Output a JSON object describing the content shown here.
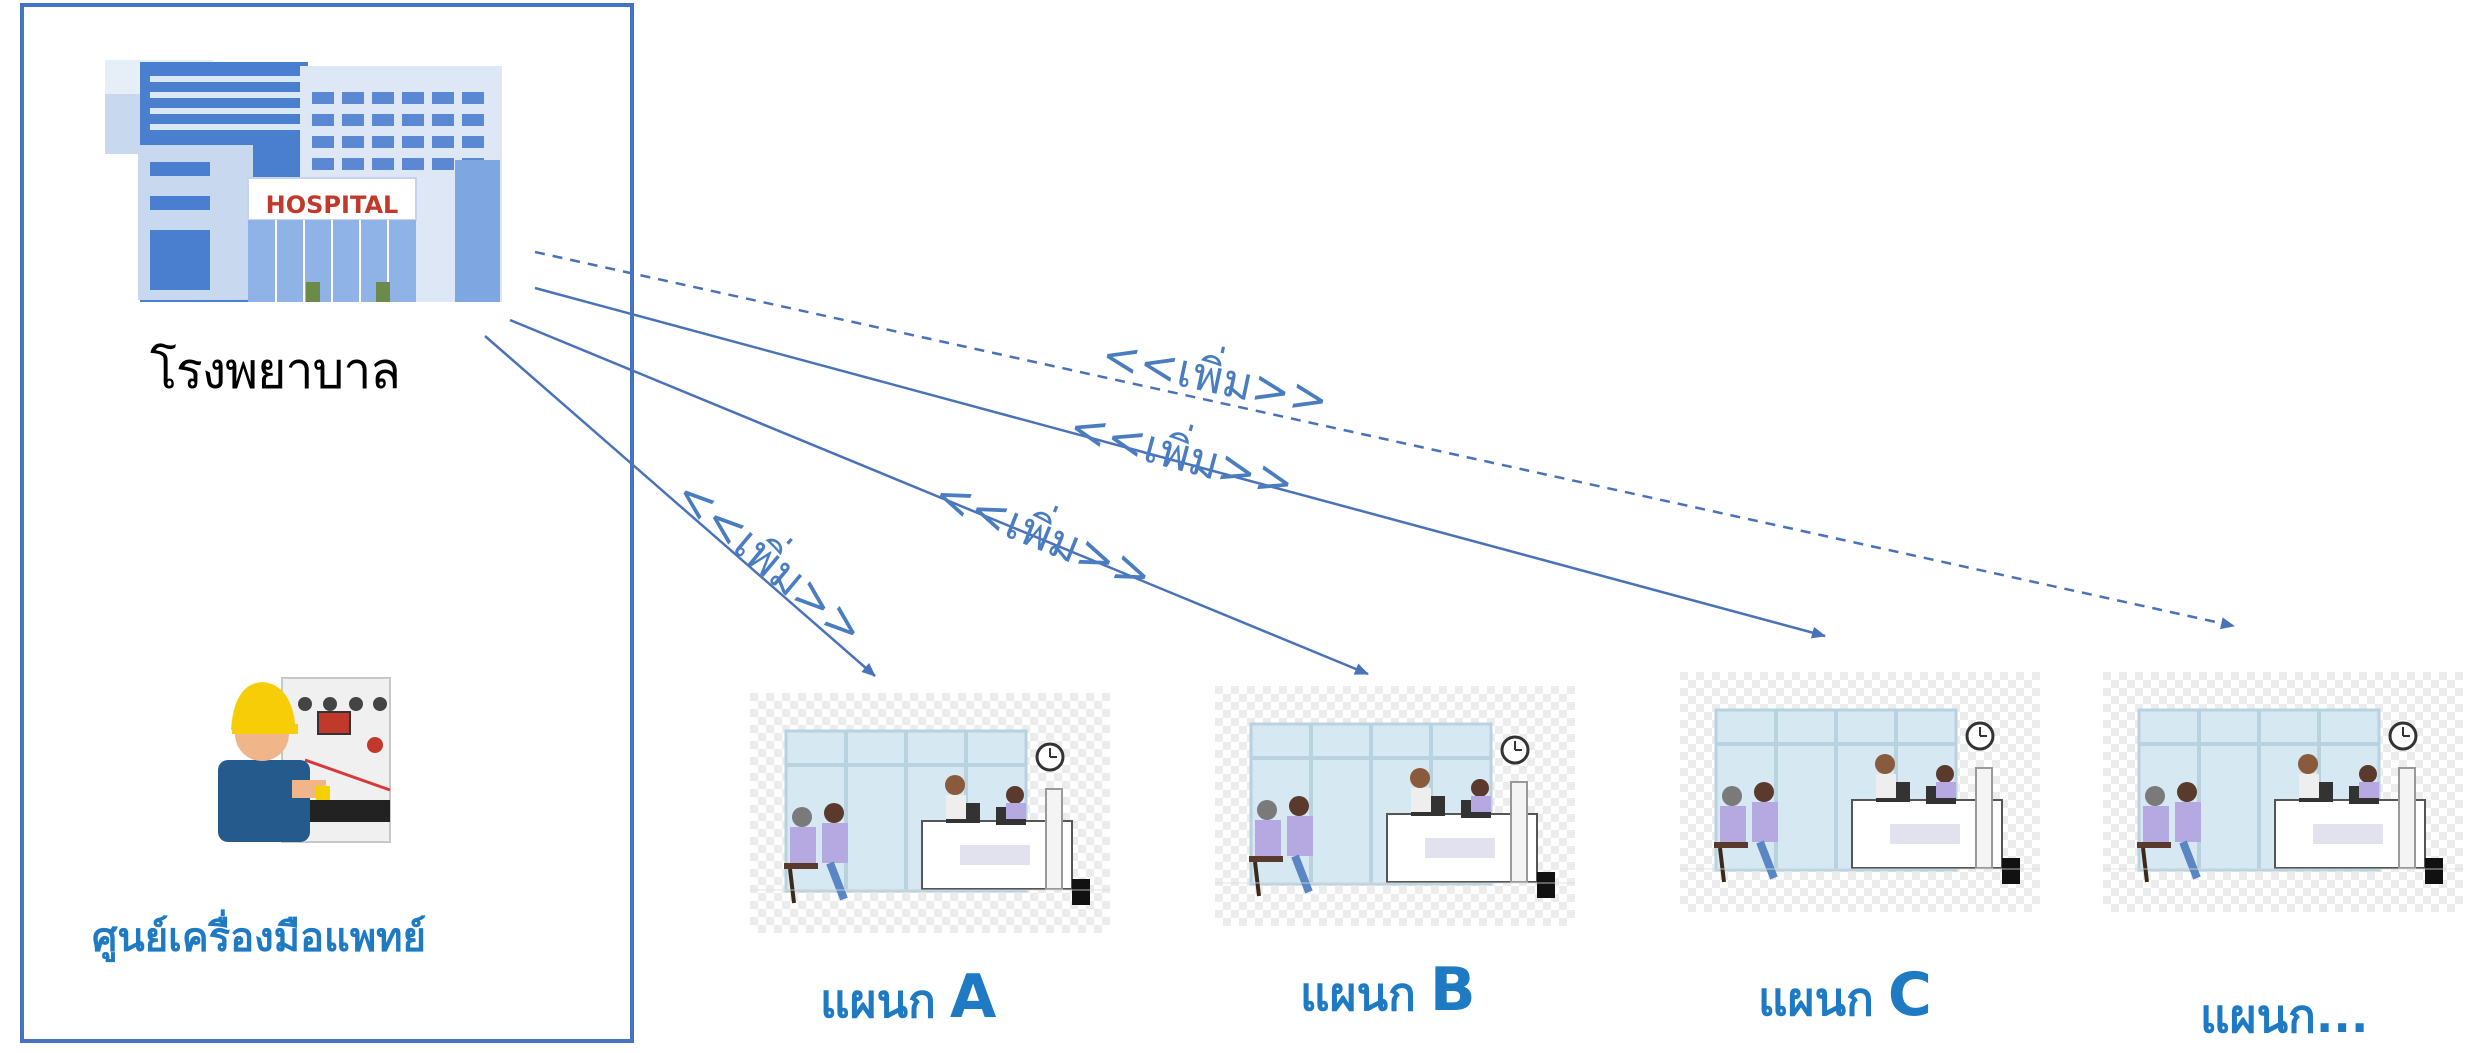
{
  "hospital": {
    "sign_text": "HOSPITAL",
    "label": "โรงพยาบาล"
  },
  "center": {
    "label": "ศูนย์เครื่องมือแพทย์"
  },
  "relationships": [
    {
      "label": "<<เพิ่ม>>",
      "target": "แผนก A",
      "style": "solid"
    },
    {
      "label": "<<เพิ่ม>>",
      "target": "แผนก B",
      "style": "solid"
    },
    {
      "label": "<<เพิ่ม>>",
      "target": "แผนก C",
      "style": "solid"
    },
    {
      "label": "<<เพิ่ม>>",
      "target": "แผนก...",
      "style": "dashed"
    }
  ],
  "departments": [
    {
      "prefix": "แผนก",
      "code": "A"
    },
    {
      "prefix": "แผนก",
      "code": "B"
    },
    {
      "prefix": "แผนก",
      "code": "C"
    },
    {
      "prefix": "แผนก",
      "code": "..."
    }
  ],
  "colors": {
    "border": "#4472c4",
    "arrow": "#4a72b8",
    "label_blue": "#1f7ac4"
  }
}
